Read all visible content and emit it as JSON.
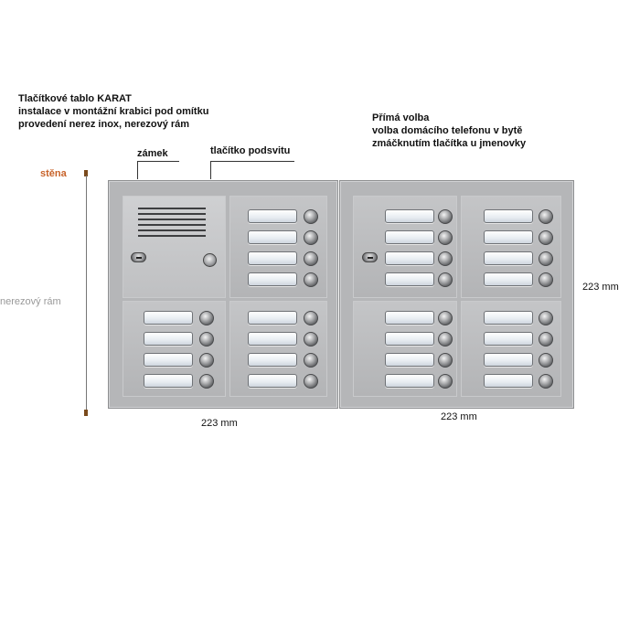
{
  "header_left": {
    "line1": "Tlačítkové tablo KARAT",
    "line2": "instalace v montážní krabici pod omítku",
    "line3": "provedení nerez inox, nerezový rám"
  },
  "header_right": {
    "line1": "Přímá volba",
    "line2": "volba domácího telefonu v bytě",
    "line3": "zmáčknutím tlačítka u jmenovky"
  },
  "callouts": {
    "lock": "zámek",
    "backlight_button": "tlačítko podsvitu"
  },
  "labels": {
    "wall": "stěna",
    "frame": "nerezový rám"
  },
  "dimensions": {
    "height": "223 mm",
    "width_left": "223 mm",
    "width_right": "223 mm"
  },
  "colors": {
    "wall_label": "#c8632a",
    "panel": "#b5b6b8",
    "nameplate": "#e7ecf1"
  }
}
